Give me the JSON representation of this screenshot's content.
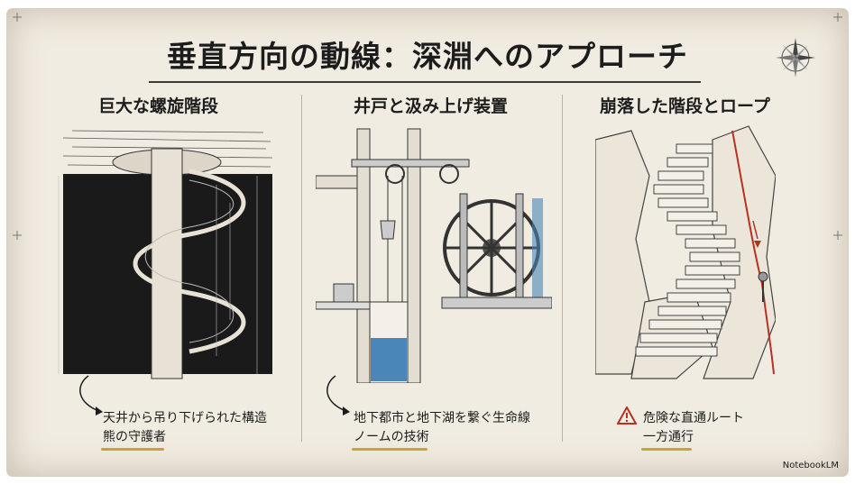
{
  "title": "垂直方向の動線：深淵へのアプローチ",
  "columns": [
    {
      "heading": "巨大な螺旋階段",
      "caption_line1": "天井から吊り下げられた構造",
      "caption_line2": "熊の守護者"
    },
    {
      "heading": "井戸と汲み上げ装置",
      "caption_line1": "地下都市と地下湖を繋ぐ生命線",
      "caption_line2": "ノームの技術"
    },
    {
      "heading": "崩落した階段とロープ",
      "caption_line1": "危険な直通ルート",
      "caption_line2": "一方通行"
    }
  ],
  "watermark": "NotebookLM",
  "colors": {
    "paper": "#f1ece2",
    "ink": "#1c1c1c",
    "accent_underline": "#c9a03a",
    "water": "#4a87b8",
    "warning": "#b83020"
  },
  "icons": [
    "compass-rose-icon",
    "warning-triangle-icon",
    "curved-arrow-icon"
  ]
}
